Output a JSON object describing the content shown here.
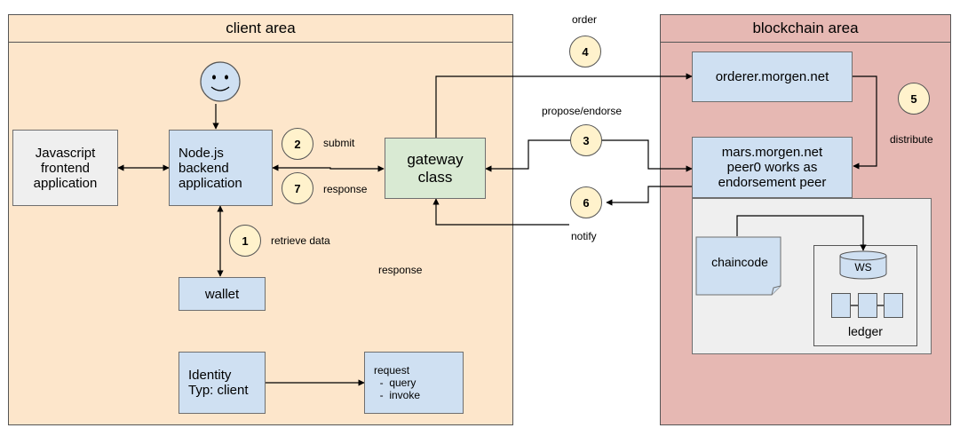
{
  "client_area": {
    "title": "client area",
    "color": "#fde6cb"
  },
  "blockchain_area": {
    "title": "blockchain area",
    "color": "#e6b8b3"
  },
  "nodes": {
    "frontend": "Javascript\nfrontend\napplication",
    "backend": "Node.js\nbackend\napplication",
    "wallet": "wallet",
    "identity": "Identity\nTyp: client",
    "request": "request\n  -  query\n  -  invoke",
    "gateway": "gateway\nclass",
    "orderer": "orderer.morgen.net",
    "peer": "mars.morgen.net\npeer0 works as\nendorsement peer",
    "chaincode": "chaincode",
    "ws": "WS",
    "ledger": "ledger"
  },
  "steps": [
    {
      "num": "1",
      "label": "retrieve data"
    },
    {
      "num": "2",
      "label": "submit"
    },
    {
      "num": "3",
      "label": "propose/endorse"
    },
    {
      "num": "4",
      "label": "order"
    },
    {
      "num": "5",
      "label": "distribute"
    },
    {
      "num": "6",
      "label": "notify"
    },
    {
      "num": "7",
      "label": "response"
    }
  ],
  "floating_labels": {
    "response": "response"
  },
  "icons": {
    "user": "smiley-face-icon"
  }
}
